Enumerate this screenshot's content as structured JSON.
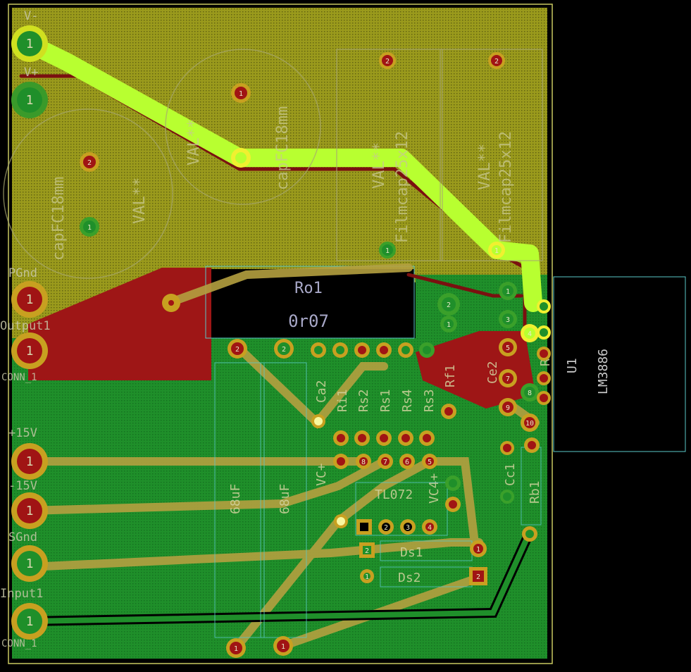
{
  "colors": {
    "background": "#000000",
    "top_copper_fill": "#9a9a1c",
    "bottom_copper_fill": "#1f8f2a",
    "bottom_trace": "#7a1010",
    "top_trace": "#b4a040",
    "highlight_trace": "#b8ff30",
    "pad_outer": "#c8a020",
    "pad_inner": "#a01414",
    "silkscreen": "#d4d4a0",
    "outline": "#5ac8c8"
  },
  "connectors": [
    {
      "label": "V-",
      "pad": "1"
    },
    {
      "label": "V+",
      "pad": "1"
    },
    {
      "label": "PGnd",
      "pad": "1"
    },
    {
      "label": "Output1",
      "pad": "1"
    },
    {
      "label": "CONN_1",
      "pad": ""
    },
    {
      "label": "+15V",
      "pad": "1"
    },
    {
      "label": "-15V",
      "pad": "1"
    },
    {
      "label": "SGnd",
      "pad": "1"
    },
    {
      "label": "Input1",
      "pad": "1"
    },
    {
      "label": "CONN_1",
      "pad": ""
    }
  ],
  "components": {
    "cap1_name": "capFC18mm",
    "cap2_name": "capFC18mm",
    "val_label": "VAL**",
    "film1_name": "Filmcap25x12",
    "film2_name": "Filmcap25x12",
    "ro_ref": "Ro1",
    "ro_value": "0r07",
    "u1_ref": "U1",
    "u1_value": "LM3886",
    "tl_value": "TL072",
    "resistors": [
      "Ca2",
      "Ri1",
      "Rs2",
      "Rs1",
      "Rs4",
      "Rs3",
      "Rf1",
      "Ce2",
      "Ra",
      "Rb1",
      "Cc1"
    ],
    "c1_value": "68uF",
    "c2_value": "68uF",
    "vc_label": "VC+",
    "vc2_label": "VC4+",
    "ds1_label": "Ds1",
    "ds2_label": "Ds2"
  },
  "pads": {
    "p1": "1",
    "p2": "2",
    "p3": "3",
    "p4": "4",
    "p5": "5",
    "p6": "6",
    "p7": "7",
    "p8": "8",
    "p9": "9",
    "p10": "10"
  }
}
